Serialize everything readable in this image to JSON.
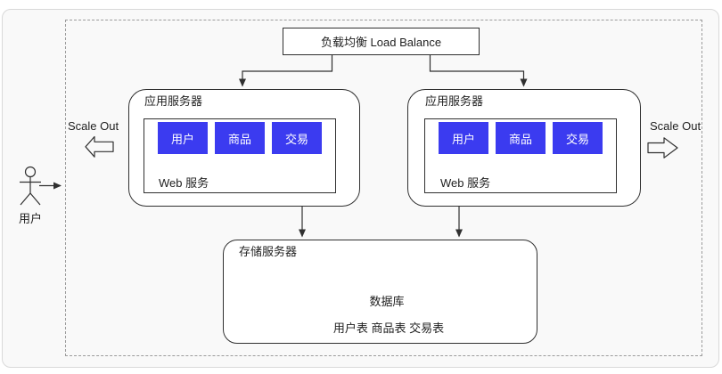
{
  "load_balancer": {
    "label": "负载均衡 Load Balance"
  },
  "app_server_left": {
    "title": "应用服务器",
    "web_service_label": "Web 服务",
    "modules": [
      "用户",
      "商品",
      "交易"
    ]
  },
  "app_server_right": {
    "title": "应用服务器",
    "web_service_label": "Web 服务",
    "modules": [
      "用户",
      "商品",
      "交易"
    ]
  },
  "storage_server": {
    "title": "存储服务器",
    "database_label": "数据库",
    "tables_label": "用户表 商品表 交易表"
  },
  "scale_out_left_label": "Scale Out",
  "scale_out_right_label": "Scale Out",
  "actor": {
    "label": "用户"
  },
  "colors": {
    "module_fill": "#3b3bf0",
    "module_text": "#ffffff",
    "line": "#303030",
    "canvas_background": "#f9f9f9",
    "card_border": "#d9d9d9",
    "dashed_boundary": "#9b9b9b"
  }
}
